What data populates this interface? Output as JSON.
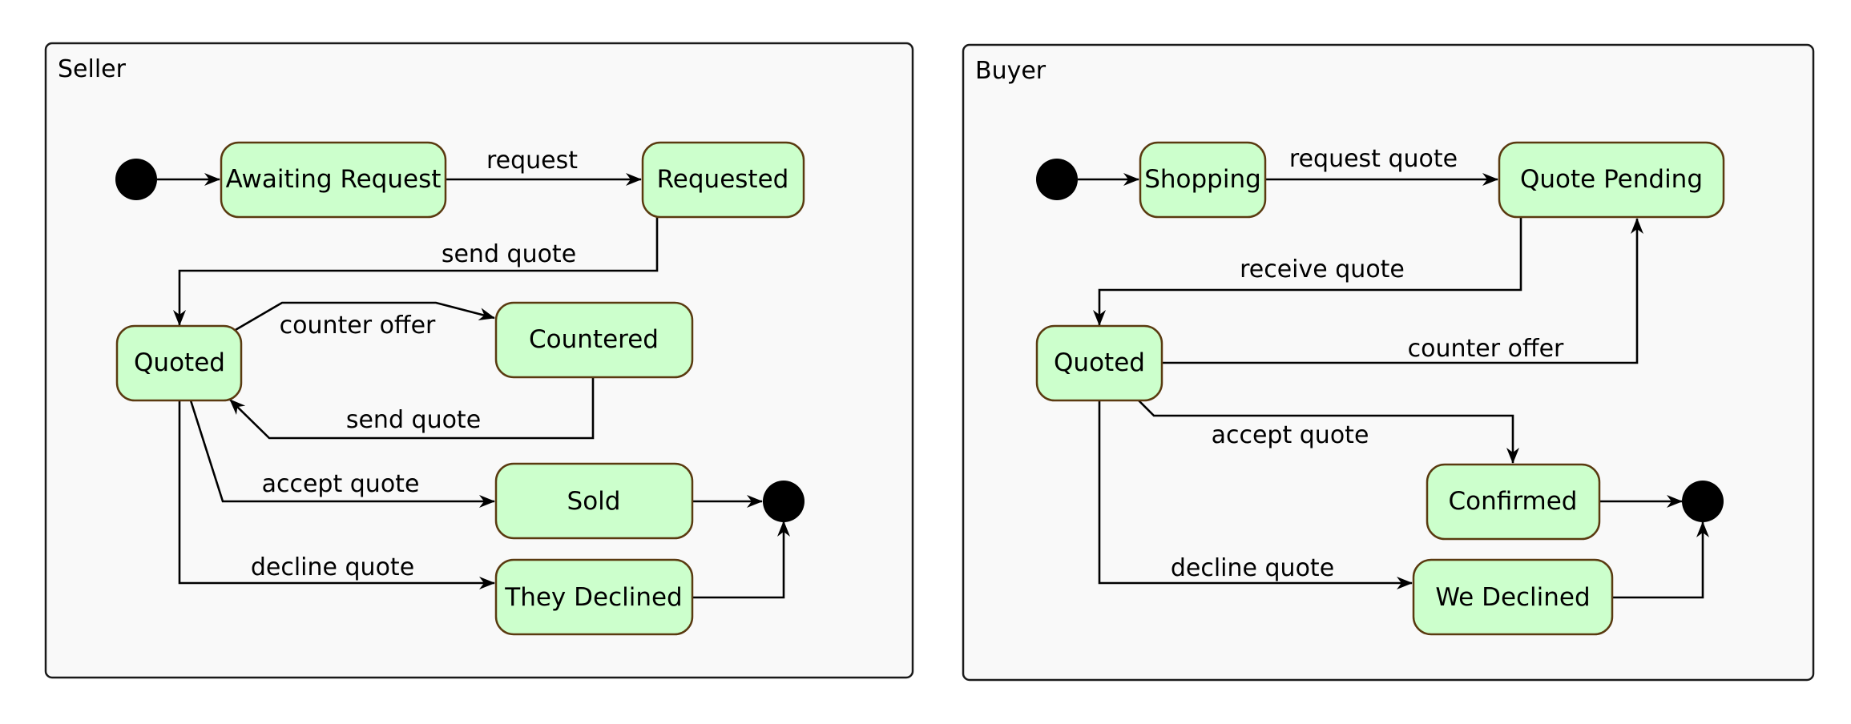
{
  "panels": {
    "seller": {
      "title": "Seller",
      "states": {
        "awaiting_request": "Awaiting Request",
        "requested": "Requested",
        "quoted": "Quoted",
        "countered": "Countered",
        "sold": "Sold",
        "they_declined": "They Declined"
      },
      "transitions": {
        "request": "request",
        "send_quote_1": "send quote",
        "counter_offer": "counter offer",
        "send_quote_2": "send quote",
        "accept_quote": "accept quote",
        "decline_quote": "decline quote"
      }
    },
    "buyer": {
      "title": "Buyer",
      "states": {
        "shopping": "Shopping",
        "quote_pending": "Quote Pending",
        "quoted": "Quoted",
        "confirmed": "Confirmed",
        "we_declined": "We Declined"
      },
      "transitions": {
        "request_quote": "request quote",
        "receive_quote": "receive quote",
        "counter_offer": "counter offer",
        "accept_quote": "accept quote",
        "decline_quote": "decline quote"
      }
    }
  },
  "colors": {
    "state_fill": "#ccffcc",
    "state_border": "#5a3a10",
    "panel_fill": "#f9f9f9",
    "panel_border": "#1a1a1a",
    "edge": "#000000"
  }
}
